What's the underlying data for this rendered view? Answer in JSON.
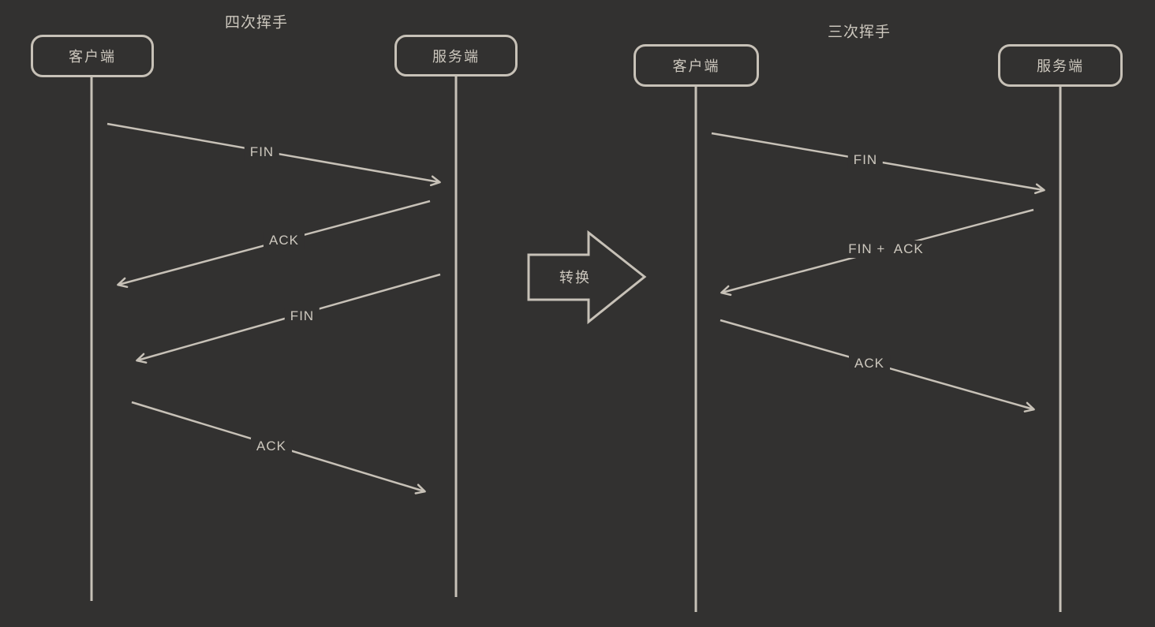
{
  "canvas": {
    "background_color": "#323130",
    "stroke_color": "#c7c1b7",
    "text_color": "#cdc8be"
  },
  "left_diagram": {
    "title": "四次挥手",
    "actors": {
      "client": "客户端",
      "server": "服务端"
    },
    "messages": [
      {
        "label": "FIN",
        "from": "client",
        "to": "server"
      },
      {
        "label": "ACK",
        "from": "server",
        "to": "client"
      },
      {
        "label": "FIN",
        "from": "server",
        "to": "client"
      },
      {
        "label": "ACK",
        "from": "client",
        "to": "server"
      }
    ]
  },
  "transform_arrow": {
    "label": "转换"
  },
  "right_diagram": {
    "title": "三次挥手",
    "actors": {
      "client": "客户端",
      "server": "服务端"
    },
    "messages": [
      {
        "label": "FIN",
        "from": "client",
        "to": "server"
      },
      {
        "label": "FIN +  ACK",
        "from": "server",
        "to": "client"
      },
      {
        "label": "ACK",
        "from": "client",
        "to": "server"
      }
    ]
  }
}
